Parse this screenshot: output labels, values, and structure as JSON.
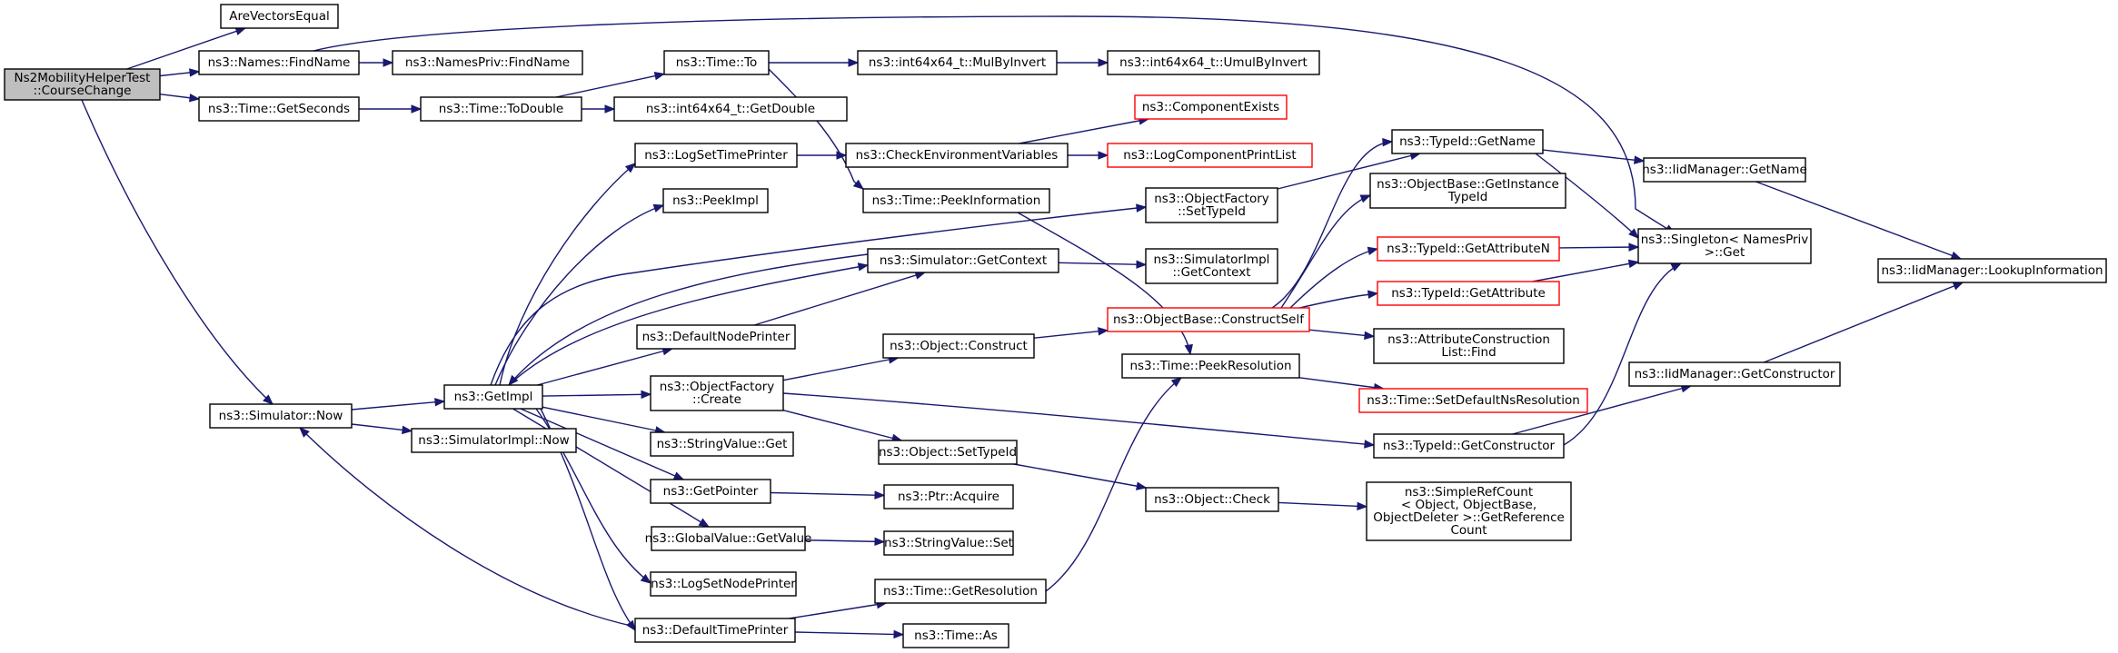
{
  "diagram": {
    "type": "call-graph",
    "colors": {
      "edge": "#191970",
      "node_border": "#000000",
      "node_fill": "#ffffff",
      "root_fill": "#bfbfbf",
      "incomplete_border": "#ff0000"
    },
    "nodes": [
      {
        "id": "root",
        "lines": [
          "Ns2MobilityHelperTest",
          "::CourseChange"
        ],
        "root": true
      },
      {
        "id": "arevec",
        "lines": [
          "AreVectorsEqual"
        ]
      },
      {
        "id": "findname",
        "lines": [
          "ns3::Names::FindName"
        ]
      },
      {
        "id": "nfind",
        "lines": [
          "ns3::NamesPriv::FindName"
        ]
      },
      {
        "id": "getsec",
        "lines": [
          "ns3::Time::GetSeconds"
        ]
      },
      {
        "id": "todouble",
        "lines": [
          "ns3::Time::ToDouble"
        ]
      },
      {
        "id": "tto",
        "lines": [
          "ns3::Time::To"
        ]
      },
      {
        "id": "getdouble",
        "lines": [
          "ns3::int64x64_t::GetDouble"
        ]
      },
      {
        "id": "mulinv",
        "lines": [
          "ns3::int64x64_t::MulByInvert"
        ]
      },
      {
        "id": "umulinv",
        "lines": [
          "ns3::int64x64_t::UmulByInvert"
        ]
      },
      {
        "id": "compexists",
        "lines": [
          "ns3::ComponentExists"
        ],
        "incomplete": true
      },
      {
        "id": "logsettime",
        "lines": [
          "ns3::LogSetTimePrinter"
        ]
      },
      {
        "id": "checkenv",
        "lines": [
          "ns3::CheckEnvironmentVariables"
        ]
      },
      {
        "id": "logcomp",
        "lines": [
          "ns3::LogComponentPrintList"
        ],
        "incomplete": true
      },
      {
        "id": "peekimpl",
        "lines": [
          "ns3::PeekImpl"
        ]
      },
      {
        "id": "peekinfo",
        "lines": [
          "ns3::Time::PeekInformation"
        ]
      },
      {
        "id": "ofsettype",
        "lines": [
          "ns3::ObjectFactory",
          "::SetTypeId"
        ]
      },
      {
        "id": "simctxtop",
        "lines": [
          "ns3::SimulatorImpl",
          "::GetContext"
        ]
      },
      {
        "id": "simctx",
        "lines": [
          "ns3::Simulator::GetContext"
        ]
      },
      {
        "id": "defnode",
        "lines": [
          "ns3::DefaultNodePrinter"
        ]
      },
      {
        "id": "objconstruct",
        "lines": [
          "ns3::Object::Construct"
        ]
      },
      {
        "id": "constructself",
        "lines": [
          "ns3::ObjectBase::ConstructSelf"
        ],
        "incomplete": true
      },
      {
        "id": "getimpl",
        "lines": [
          "ns3::GetImpl"
        ]
      },
      {
        "id": "ofcreate",
        "lines": [
          "ns3::ObjectFactory",
          "::Create"
        ]
      },
      {
        "id": "peekres",
        "lines": [
          "ns3::Time::PeekResolution"
        ]
      },
      {
        "id": "setdefres",
        "lines": [
          "ns3::Time::SetDefaultNsResolution"
        ],
        "incomplete": true
      },
      {
        "id": "simnow",
        "lines": [
          "ns3::Simulator::Now"
        ]
      },
      {
        "id": "simimplnow",
        "lines": [
          "ns3::SimulatorImpl::Now"
        ]
      },
      {
        "id": "strget",
        "lines": [
          "ns3::StringValue::Get"
        ]
      },
      {
        "id": "objsettype",
        "lines": [
          "ns3::Object::SetTypeId"
        ]
      },
      {
        "id": "getptr",
        "lines": [
          "ns3::GetPointer"
        ]
      },
      {
        "id": "ptracq",
        "lines": [
          "ns3::Ptr::Acquire"
        ]
      },
      {
        "id": "objcheck",
        "lines": [
          "ns3::Object::Check"
        ]
      },
      {
        "id": "globget",
        "lines": [
          "ns3::GlobalValue::GetValue"
        ]
      },
      {
        "id": "strset",
        "lines": [
          "ns3::StringValue::Set"
        ]
      },
      {
        "id": "logsetnode",
        "lines": [
          "ns3::LogSetNodePrinter"
        ]
      },
      {
        "id": "getres",
        "lines": [
          "ns3::Time::GetResolution"
        ]
      },
      {
        "id": "deftime",
        "lines": [
          "ns3::DefaultTimePrinter"
        ]
      },
      {
        "id": "timeas",
        "lines": [
          "ns3::Time::As"
        ]
      },
      {
        "id": "tidname",
        "lines": [
          "ns3::TypeId::GetName"
        ]
      },
      {
        "id": "getinst",
        "lines": [
          "ns3::ObjectBase::GetInstance",
          "TypeId"
        ]
      },
      {
        "id": "getattrn",
        "lines": [
          "ns3::TypeId::GetAttributeN"
        ],
        "incomplete": true
      },
      {
        "id": "getattr",
        "lines": [
          "ns3::TypeId::GetAttribute"
        ],
        "incomplete": true
      },
      {
        "id": "attrfind",
        "lines": [
          "ns3::AttributeConstruction",
          "List::Find"
        ]
      },
      {
        "id": "tidctor",
        "lines": [
          "ns3::TypeId::GetConstructor"
        ]
      },
      {
        "id": "simpleref",
        "lines": [
          "ns3::SimpleRefCount",
          "< Object, ObjectBase,",
          "ObjectDeleter >::GetReference",
          "Count"
        ]
      },
      {
        "id": "iidname",
        "lines": [
          "ns3::IidManager::GetName"
        ]
      },
      {
        "id": "singleton",
        "lines": [
          "ns3::Singleton< NamesPriv",
          " >::Get"
        ]
      },
      {
        "id": "iidctor",
        "lines": [
          "ns3::IidManager::GetConstructor"
        ]
      },
      {
        "id": "lookup",
        "lines": [
          "ns3::IidManager::LookupInformation"
        ]
      }
    ],
    "edges": [
      [
        "root",
        "arevec"
      ],
      [
        "root",
        "findname"
      ],
      [
        "root",
        "getsec"
      ],
      [
        "root",
        "simnow"
      ],
      [
        "findname",
        "nfind"
      ],
      [
        "findname",
        "singleton"
      ],
      [
        "getsec",
        "todouble"
      ],
      [
        "todouble",
        "tto"
      ],
      [
        "todouble",
        "getdouble"
      ],
      [
        "tto",
        "mulinv"
      ],
      [
        "tto",
        "peekinfo"
      ],
      [
        "mulinv",
        "umulinv"
      ],
      [
        "logsettime",
        "checkenv"
      ],
      [
        "checkenv",
        "compexists"
      ],
      [
        "checkenv",
        "logcomp"
      ],
      [
        "peekinfo",
        "peekres"
      ],
      [
        "ofsettype",
        "tidname"
      ],
      [
        "simctx",
        "simctxtop"
      ],
      [
        "defnode",
        "simctx"
      ],
      [
        "ofcreate",
        "objconstruct"
      ],
      [
        "ofcreate",
        "objsettype"
      ],
      [
        "ofcreate",
        "tidctor"
      ],
      [
        "objconstruct",
        "constructself"
      ],
      [
        "constructself",
        "tidname"
      ],
      [
        "constructself",
        "getinst"
      ],
      [
        "constructself",
        "getattrn"
      ],
      [
        "constructself",
        "getattr"
      ],
      [
        "constructself",
        "attrfind"
      ],
      [
        "simnow",
        "getimpl"
      ],
      [
        "simnow",
        "simimplnow"
      ],
      [
        "getimpl",
        "logsettime"
      ],
      [
        "getimpl",
        "peekimpl"
      ],
      [
        "getimpl",
        "ofsettype"
      ],
      [
        "getimpl",
        "simctx"
      ],
      [
        "getimpl",
        "defnode"
      ],
      [
        "getimpl",
        "ofcreate"
      ],
      [
        "getimpl",
        "strget"
      ],
      [
        "getimpl",
        "getptr"
      ],
      [
        "getimpl",
        "globget"
      ],
      [
        "getimpl",
        "logsetnode"
      ],
      [
        "getimpl",
        "deftime"
      ],
      [
        "simctx",
        "getimpl"
      ],
      [
        "deftime",
        "simnow"
      ],
      [
        "deftime",
        "getres"
      ],
      [
        "deftime",
        "timeas"
      ],
      [
        "getres",
        "peekres"
      ],
      [
        "peekres",
        "setdefres"
      ],
      [
        "getptr",
        "ptracq"
      ],
      [
        "globget",
        "strset"
      ],
      [
        "objsettype",
        "objcheck"
      ],
      [
        "objcheck",
        "simpleref"
      ],
      [
        "tidname",
        "iidname"
      ],
      [
        "tidname",
        "singleton"
      ],
      [
        "iidname",
        "lookup"
      ],
      [
        "getattrn",
        "singleton"
      ],
      [
        "getattr",
        "singleton"
      ],
      [
        "tidctor",
        "iidctor"
      ],
      [
        "tidctor",
        "singleton"
      ],
      [
        "iidctor",
        "lookup"
      ]
    ]
  }
}
